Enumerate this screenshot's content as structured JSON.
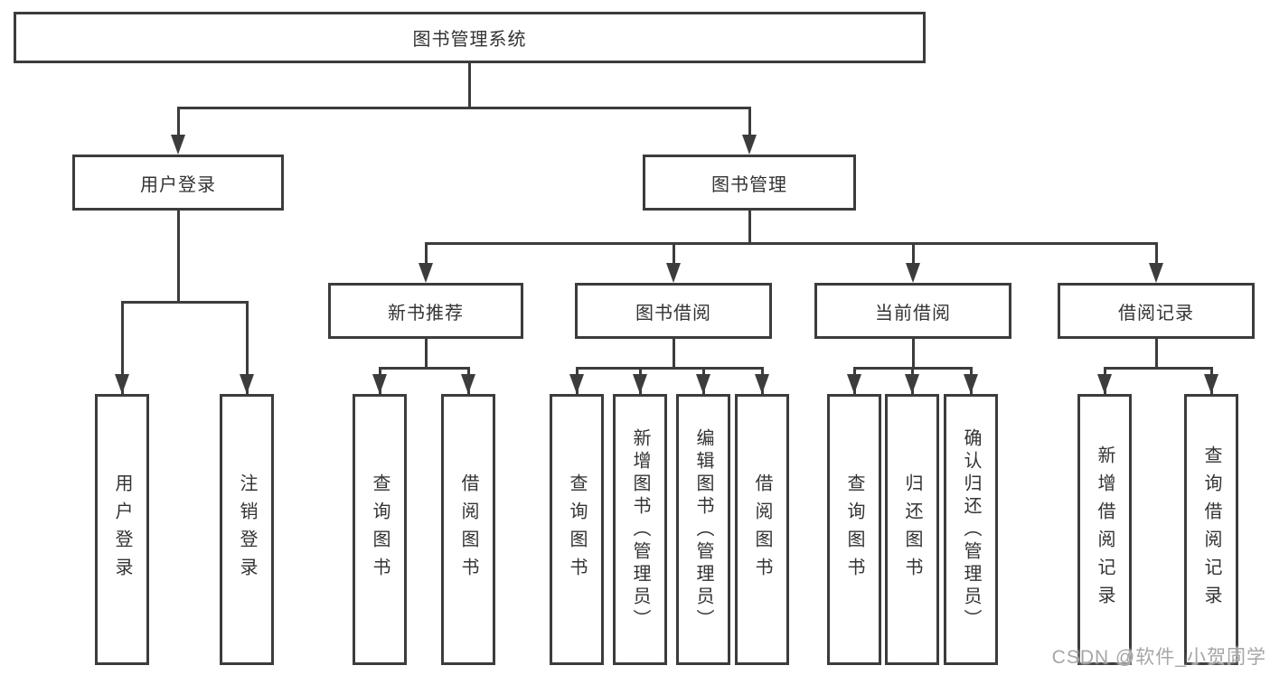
{
  "diagram": {
    "type": "tree",
    "title": "图书管理系统",
    "root": {
      "label": "图书管理系统",
      "children": [
        {
          "label": "用户登录",
          "children": [
            {
              "label": "用户登录"
            },
            {
              "label": "注销登录"
            }
          ]
        },
        {
          "label": "图书管理",
          "children": [
            {
              "label": "新书推荐",
              "children": [
                {
                  "label": "查询图书"
                },
                {
                  "label": "借阅图书"
                }
              ]
            },
            {
              "label": "图书借阅",
              "children": [
                {
                  "label": "查询图书"
                },
                {
                  "label": "新增图书（管理员）"
                },
                {
                  "label": "编辑图书（管理员）"
                },
                {
                  "label": "借阅图书"
                }
              ]
            },
            {
              "label": "当前借阅",
              "children": [
                {
                  "label": "查询图书"
                },
                {
                  "label": "归还图书"
                },
                {
                  "label": "确认归还（管理员）"
                }
              ]
            },
            {
              "label": "借阅记录",
              "children": [
                {
                  "label": "新增借阅记录"
                },
                {
                  "label": "查询借阅记录"
                }
              ]
            }
          ]
        }
      ]
    }
  },
  "watermark": {
    "text": "CSDN @软件_小贺同学"
  },
  "colors": {
    "line": "#3c3c3c",
    "box_border": "#3c3c3c",
    "box_fill": "#ffffff",
    "text": "#333333",
    "background": "#ffffff",
    "watermark": "#a6a6a6"
  }
}
